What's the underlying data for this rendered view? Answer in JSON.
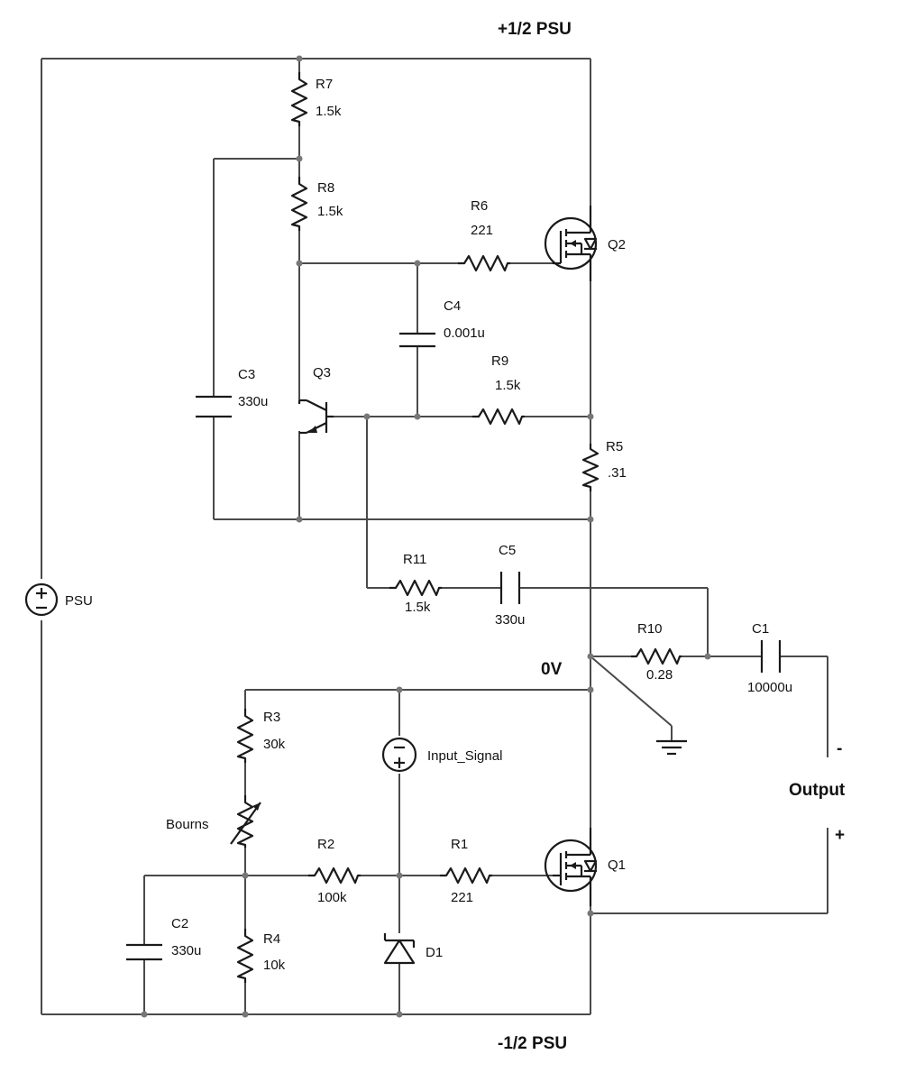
{
  "rails": {
    "top": "+1/2 PSU",
    "bottom": "-1/2 PSU",
    "zero": "0V"
  },
  "output": {
    "label": "Output",
    "minus": "-",
    "plus": "+"
  },
  "components": {
    "R1": {
      "name": "R1",
      "value": "221"
    },
    "R2": {
      "name": "R2",
      "value": "100k"
    },
    "R3": {
      "name": "R3",
      "value": "30k"
    },
    "R4": {
      "name": "R4",
      "value": "10k"
    },
    "R5": {
      "name": "R5",
      "value": ".31"
    },
    "R6": {
      "name": "R6",
      "value": "221"
    },
    "R7": {
      "name": "R7",
      "value": "1.5k"
    },
    "R8": {
      "name": "R8",
      "value": "1.5k"
    },
    "R9": {
      "name": "R9",
      "value": "1.5k"
    },
    "R10": {
      "name": "R10",
      "value": "0.28"
    },
    "R11": {
      "name": "R11",
      "value": "1.5k"
    },
    "C1": {
      "name": "C1",
      "value": "10000u"
    },
    "C2": {
      "name": "C2",
      "value": "330u"
    },
    "C3": {
      "name": "C3",
      "value": "330u"
    },
    "C4": {
      "name": "C4",
      "value": "0.001u"
    },
    "C5": {
      "name": "C5",
      "value": "330u"
    },
    "Q1": {
      "name": "Q1"
    },
    "Q2": {
      "name": "Q2"
    },
    "Q3": {
      "name": "Q3"
    },
    "D1": {
      "name": "D1"
    },
    "PSU": {
      "name": "PSU"
    },
    "Input": {
      "name": "Input_Signal"
    },
    "Bourns": {
      "name": "Bourns"
    }
  }
}
